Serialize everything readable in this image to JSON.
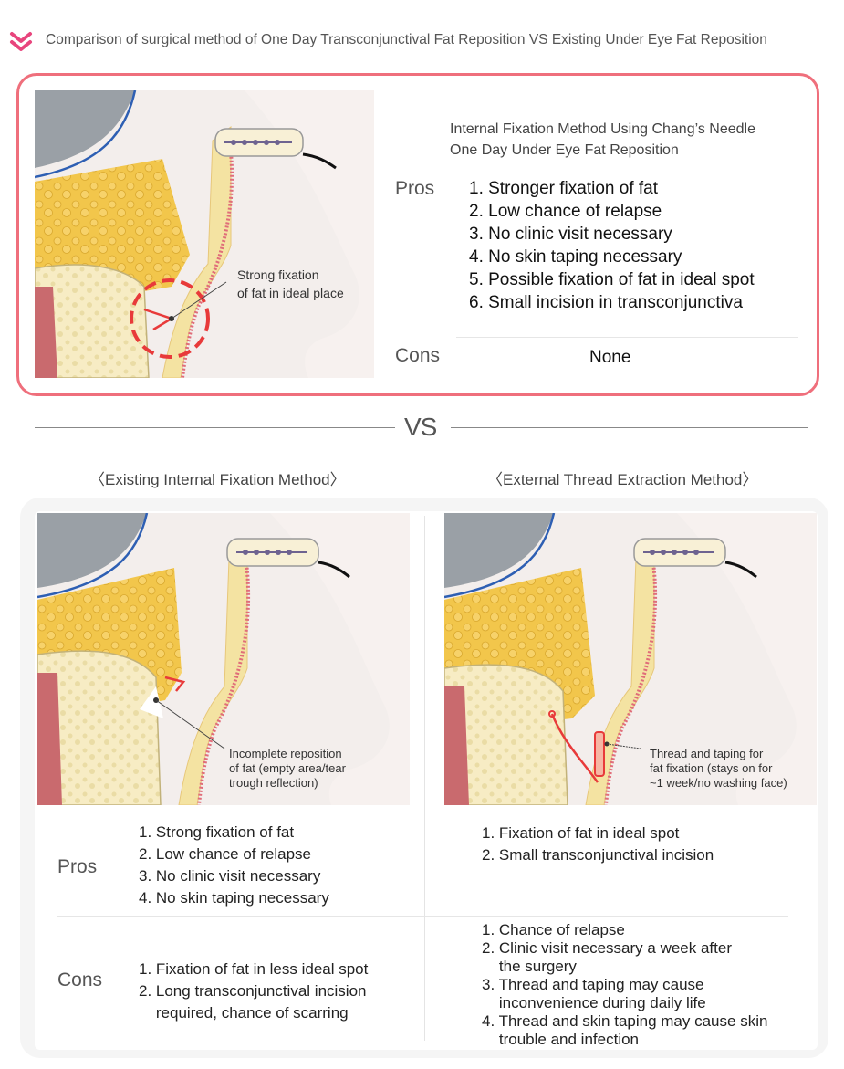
{
  "header": {
    "title": "Comparison of surgical method of One Day Transconjunctival Fat Reposition VS Existing Under Eye Fat Reposition",
    "icon": "double-chevron-down-icon",
    "accent_color": "#e8457d"
  },
  "top_card": {
    "border_color": "#ef6f7c",
    "method_lines": [
      "Internal Fixation Method Using Chang’s Needle",
      "One Day Under Eye Fat Reposition"
    ],
    "illustration_caption": [
      "Strong fixation",
      "of fat in ideal place"
    ],
    "pros_label": "Pros",
    "pros": [
      "1. Stronger fixation of fat",
      "2. Low chance of relapse",
      "3. No clinic visit necessary",
      "4. No skin taping necessary",
      "5. Possible fixation of fat in ideal spot",
      "6. Small incision in transconjunctiva"
    ],
    "cons_label": "Cons",
    "cons_value": "None"
  },
  "vs_text": "VS",
  "left_method": {
    "heading": "〈Existing Internal Fixation Method〉",
    "illustration_caption": [
      "Incomplete reposition",
      "of fat (empty area/tear",
      "trough reflection)"
    ],
    "pros": [
      "1. Strong fixation of fat",
      "2. Low chance of relapse",
      "3. No clinic visit necessary",
      "4. No skin taping necessary"
    ],
    "cons": [
      "1. Fixation of fat in less ideal spot",
      "2. Long transconjunctival incision",
      "    required, chance of scarring"
    ]
  },
  "right_method": {
    "heading": "〈External Thread Extraction Method〉",
    "illustration_caption": [
      "Thread and taping for",
      "fat fixation (stays on for",
      "~1 week/no washing face)"
    ],
    "pros": [
      "1. Fixation of fat in ideal spot",
      "2. Small transconjunctival incision"
    ],
    "cons": [
      "1. Chance of relapse",
      "2. Clinic visit necessary a week after",
      "    the surgery",
      "3. Thread and taping may cause",
      "    inconvenience during daily life",
      "4. Thread and skin taping may cause skin",
      "    trouble and infection"
    ]
  },
  "bottom_labels": {
    "pros_label": "Pros",
    "cons_label": "Cons"
  },
  "icons": {
    "header": "double-chevron-down-icon",
    "illustrations": [
      "eye-cross-section-illustration"
    ]
  }
}
